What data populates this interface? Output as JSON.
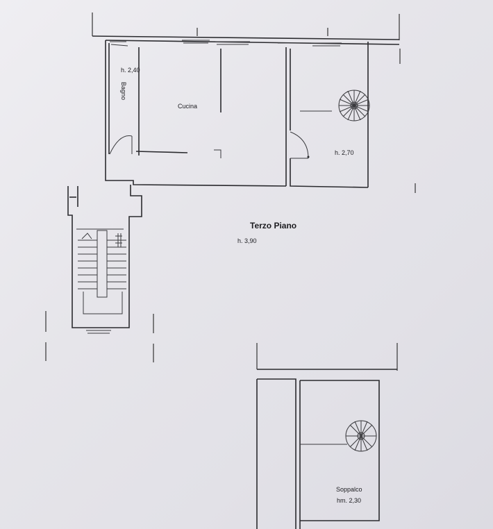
{
  "labels": {
    "bagno": "Bagno",
    "bagno_height": "h. 2,40",
    "cucina": "Cucina",
    "room_height": "h. 2,70",
    "floor_title": "Terzo Piano",
    "floor_height": "h. 3,90",
    "soppalco": "Soppalco",
    "soppalco_height": "hm. 2,30"
  },
  "colors": {
    "paper": "#e9e8ec",
    "ink": "#2a2a2e"
  }
}
